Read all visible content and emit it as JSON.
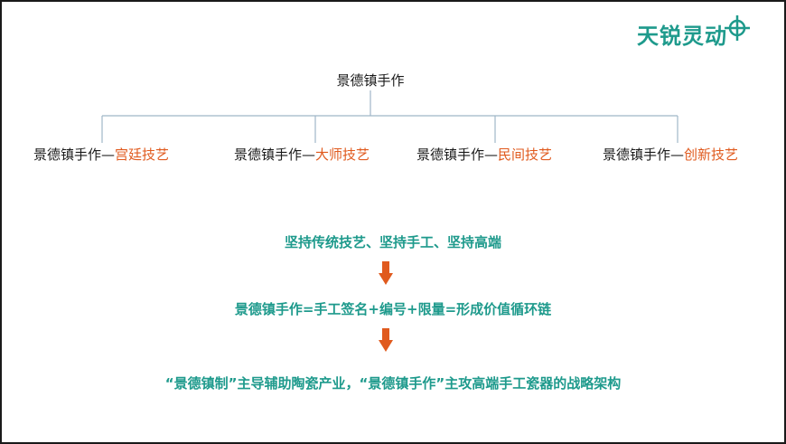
{
  "logo": {
    "text": "天锐灵动",
    "icon": "crosshair-icon",
    "color": "#1e9a8c"
  },
  "diagram": {
    "root": "景德镇手作",
    "children": [
      {
        "prefix": "景德镇手作—",
        "suffix": "宫廷技艺"
      },
      {
        "prefix": "景德镇手作—",
        "suffix": "大师技艺"
      },
      {
        "prefix": "景德镇手作—",
        "suffix": "民间技艺"
      },
      {
        "prefix": "景德镇手作—",
        "suffix": "创新技艺"
      }
    ],
    "line_color": "#9fb6c8",
    "accent_color": "#e05a1e"
  },
  "flow": {
    "steps": [
      "坚持传统技艺、坚持手工、坚持高端",
      "景德镇手作=手工签名+编号+限量=形成价值循环链",
      "“景德镇制”主导辅助陶瓷产业，“景德镇手作”主攻高端手工瓷器的战略架构"
    ],
    "arrow_color": "#e05a1e",
    "text_color": "#1e9a8c"
  }
}
